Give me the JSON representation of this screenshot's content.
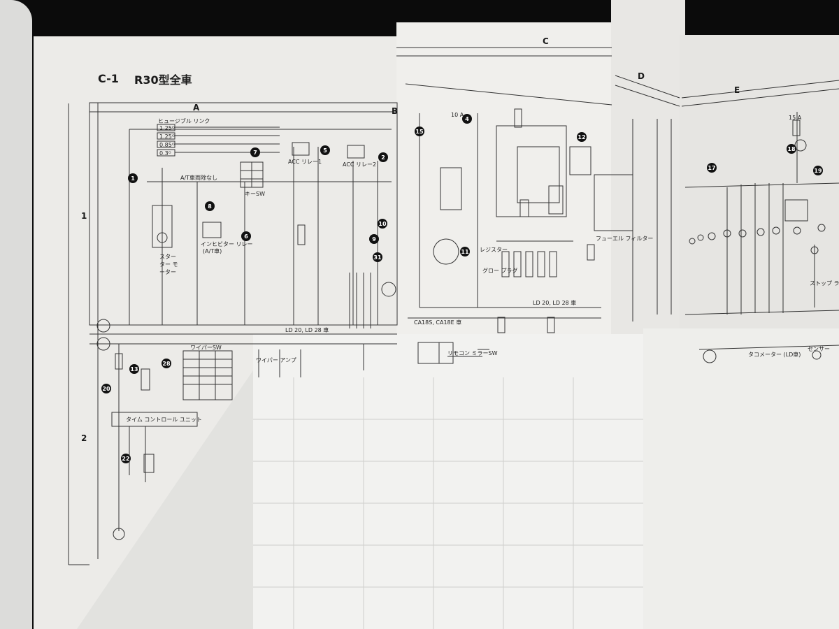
{
  "document": {
    "header": {
      "section": "C-1",
      "title": "R30型全車"
    },
    "column_labels": [
      "A",
      "B",
      "C",
      "D",
      "E"
    ],
    "row_labels": [
      "1",
      "2"
    ],
    "circuit_labels": {
      "fusible_link": "ヒュージブル リンク",
      "fusible_ratings": [
        "1.25ᴳ",
        "1.25ᴳ",
        "0.85ᴳ",
        "0.3ᴳ"
      ],
      "no_at": "A/T車両除なし",
      "key_sw": "キーSW",
      "acc_relay_1": "ACC リレー1",
      "acc_relay_2": "ACC リレー2",
      "starter_motor": "スターター モーター",
      "inhibitor_relay": "インヒビター リレー",
      "at_car": "(A/T車)",
      "time_control_unit": "タイム コントロール ユニット",
      "wiper_sw": "ワイパーSW",
      "wiper_amp": "ワイパー アンプ",
      "remote_mirror_sw": "リモコン ミラーSW",
      "resistor": "レジスター",
      "glow_plug": "グロー プラグ",
      "ld_note": "LD 20, LD 28 車",
      "ca_note": "CA18S, CA18E 車",
      "tachometer": "タコメーター (LD車)",
      "sensor": "センサー",
      "fuel_filter": "フューエル フィルター",
      "stop_lamp": "ストップ ランプ",
      "fuse_10a": "10 A",
      "fuse_15a": "15 A"
    },
    "callouts": [
      "1",
      "2",
      "4",
      "5",
      "6",
      "7",
      "8",
      "9",
      "10",
      "11",
      "12",
      "13",
      "15",
      "17",
      "18",
      "19",
      "20",
      "22",
      "28",
      "31"
    ]
  }
}
